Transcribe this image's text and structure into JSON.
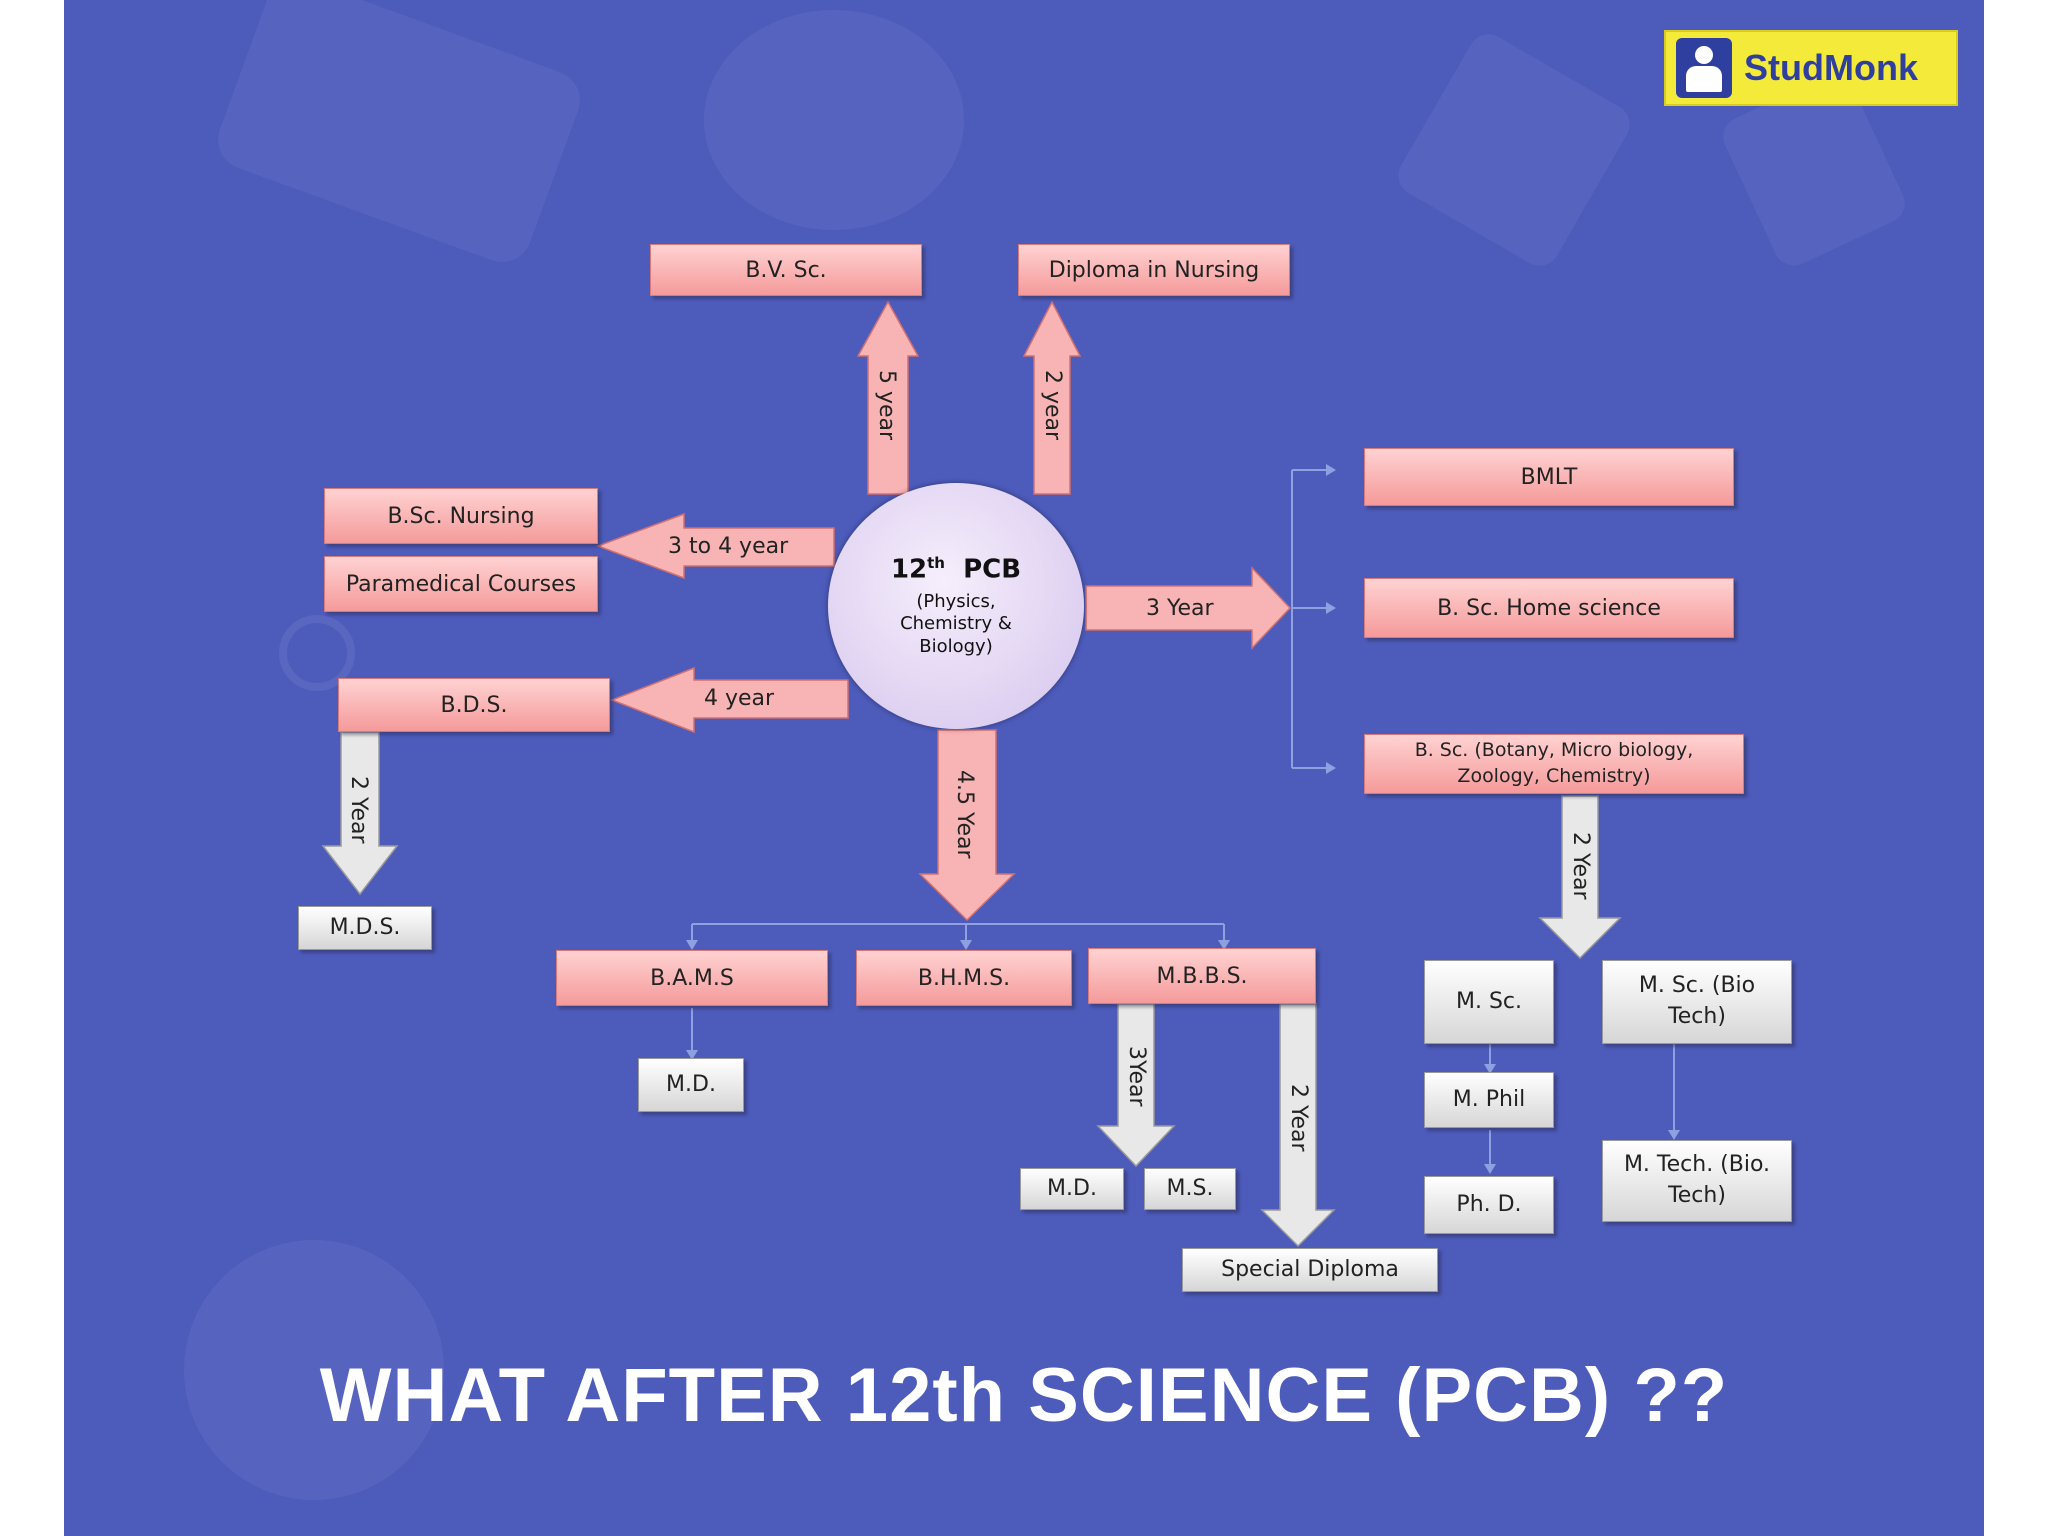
{
  "logo": {
    "name": "StudMonk"
  },
  "center": {
    "title": "12",
    "title_sup": "th",
    "title_rest": "PCB",
    "subtitle": "(Physics, Chemistry & Biology)"
  },
  "boxes": {
    "bvsc": "B.V. Sc.",
    "diploma_nursing": "Diploma in Nursing",
    "bsc_nursing": "B.Sc. Nursing",
    "paramedical": "Paramedical Courses",
    "bds": "B.D.S.",
    "mds": "M.D.S.",
    "bmlt": "BMLT",
    "bsc_home": "B. Sc. Home science",
    "bsc_botany_line1": "B. Sc. (Botany, Micro biology,",
    "bsc_botany_line2": "Zoology, Chemistry)",
    "bams": "B.A.M.S",
    "bhms": "B.H.M.S.",
    "mbbs": "M.B.B.S.",
    "md_bams": "M.D.",
    "md_mbbs": "M.D.",
    "ms": "M.S.",
    "special_diploma": "Special Diploma",
    "msc": "M. Sc.",
    "msc_bio_line1": "M. Sc. (Bio",
    "msc_bio_line2": "Tech)",
    "mphil": "M. Phil",
    "phd": "Ph. D.",
    "mtech_line1": "M. Tech. (Bio.",
    "mtech_line2": "Tech)"
  },
  "durations": {
    "bvsc": "5 year",
    "diploma_nursing": "2 year",
    "bsc_nursing": "3 to 4 year",
    "bds": "4 year",
    "mds": "2 Year",
    "bsc_group": "3 Year",
    "medical_group": "4.5 Year",
    "mbbs_md": "3Year",
    "mbbs_special": "2 Year",
    "bsc_masters": "2 Year"
  },
  "caption": "WHAT AFTER 12th SCIENCE (PCB) ??"
}
